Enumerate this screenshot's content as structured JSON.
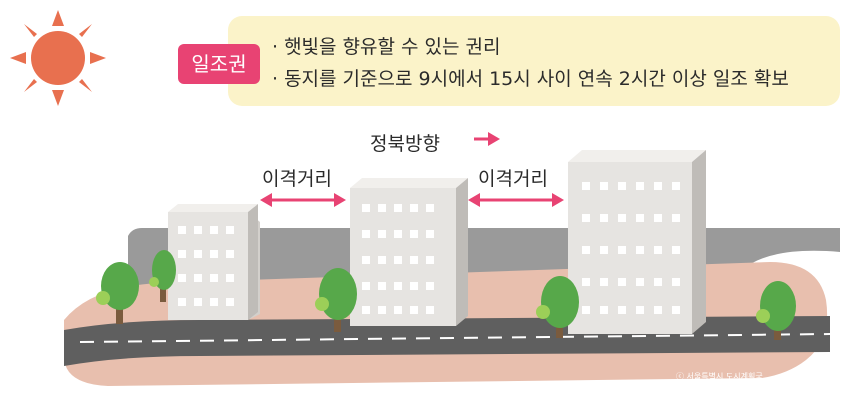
{
  "badge": {
    "label": "일조권"
  },
  "bullets": [
    "· 햇빛을 향유할 수 있는 권리",
    "· 동지를 기준으로 9시에서 15시 사이 연속 2시간 이상 일조 확보"
  ],
  "direction": {
    "label": "정북방향"
  },
  "gaps": {
    "left": "이격거리",
    "right": "이격거리"
  },
  "credit": "ⓒ 서울특별시 도시계획국",
  "icons": [
    "sun-icon",
    "arrow-right-icon",
    "double-arrow-icon",
    "tree-icon",
    "road"
  ],
  "colors": {
    "sun": "#e8704f",
    "badge": "#e84373",
    "infoBox": "#fbf3c9",
    "arrow": "#e84373",
    "ground": "#e8bfae",
    "road": "#5f5f5f",
    "building": "#e4e2df",
    "tree": "#57a84a"
  }
}
